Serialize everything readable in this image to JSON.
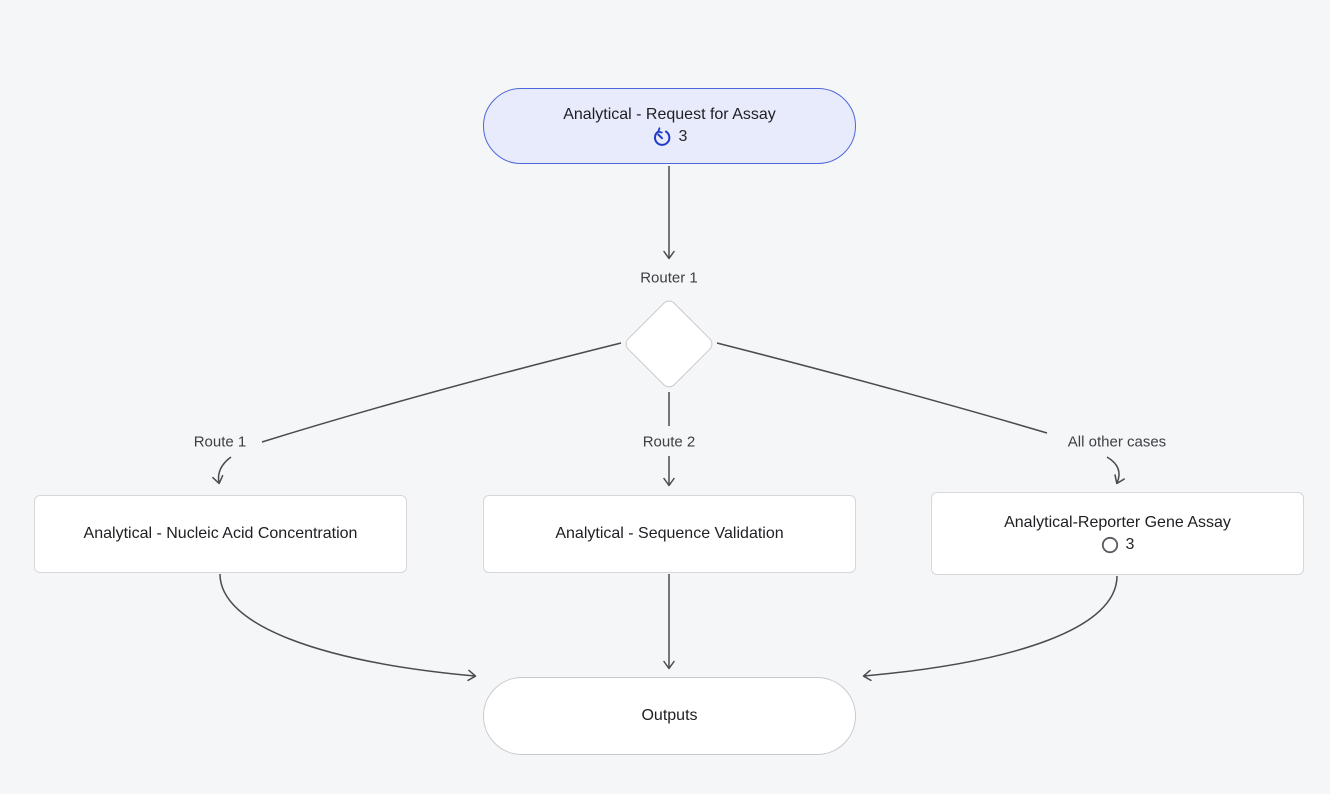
{
  "diagram": {
    "start_node": {
      "label": "Analytical - Request for Assay",
      "icon": "timer-icon",
      "count": "3"
    },
    "router": {
      "label": "Router 1"
    },
    "branches": [
      {
        "edge_label": "Route 1",
        "node": {
          "label": "Analytical - Nucleic Acid Concentration"
        }
      },
      {
        "edge_label": "Route 2",
        "node": {
          "label": "Analytical - Sequence Validation"
        }
      },
      {
        "edge_label": "All other cases",
        "node": {
          "label": "Analytical-Reporter Gene Assay",
          "icon": "circle-icon",
          "count": "3"
        }
      }
    ],
    "end_node": {
      "label": "Outputs"
    },
    "colors": {
      "background": "#f5f6f8",
      "start_node_fill": "#e8ebfb",
      "start_node_border": "#4f66d9",
      "timer_icon_blue": "#1f3bc7",
      "edge_line": "#4a4a50",
      "node_border": "#d6d6db",
      "diamond_border": "#c9c9ce",
      "text_dark": "#1e1e23",
      "label_gray": "#3e3e45"
    }
  }
}
